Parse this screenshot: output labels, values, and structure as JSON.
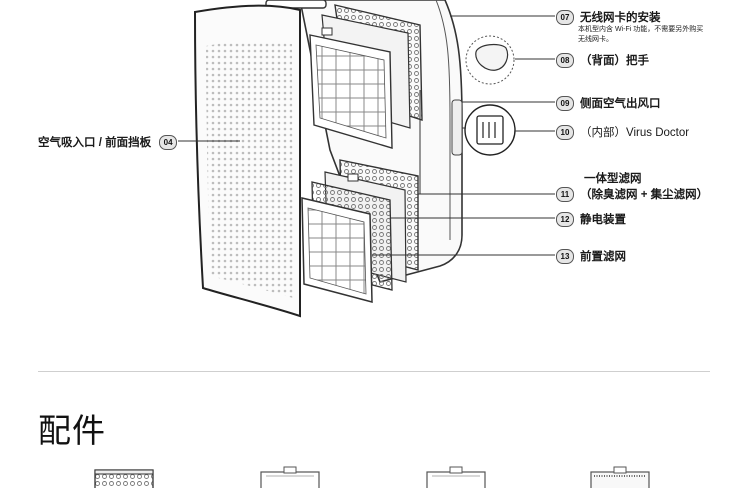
{
  "callouts": [
    {
      "num": "07",
      "label": "无线网卡的安装"
    },
    {
      "num": "08",
      "label": "（背面）把手"
    },
    {
      "num": "09",
      "label": "侧面空气出风口"
    },
    {
      "num": "10",
      "label": "（内部）Virus Doctor"
    },
    {
      "num": "11",
      "label": "一体型滤网",
      "label2": "（除臭滤网 + 集尘滤网）"
    },
    {
      "num": "12",
      "label": "静电装置"
    },
    {
      "num": "13",
      "label": "前置滤网"
    }
  ],
  "note": {
    "line1": "本机型内含 Wi-Fi 功能，不需要另外购买",
    "line2": "无线网卡。"
  },
  "left_callout": {
    "num": "04",
    "label": "空气吸入口 / 前面挡板"
  },
  "section_title": "配件"
}
